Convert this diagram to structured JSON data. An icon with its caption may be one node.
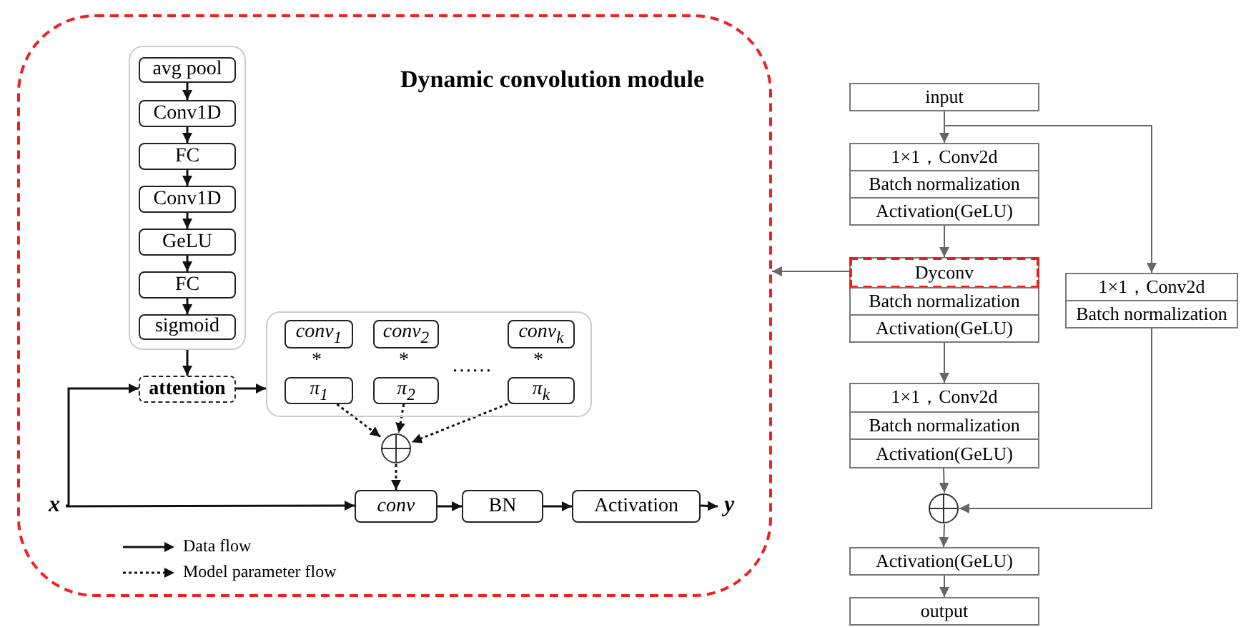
{
  "diagram": {
    "nodes": [
      {
        "text": [
          "Dynamic convolution module"
        ]
      },
      {
        "text": [],
        "shape": "box",
        "in": 0
      },
      {
        "text": [
          "avg pool"
        ],
        "in": 1
      },
      {
        "text": [
          "Conv1D"
        ],
        "in": 1
      },
      {
        "text": [
          "FC"
        ],
        "in": 1
      },
      {
        "text": [
          "Conv1D"
        ],
        "in": 1
      },
      {
        "text": [
          "GeLU"
        ],
        "in": 1
      },
      {
        "text": [
          "FC"
        ],
        "in": 1
      },
      {
        "text": [
          "sigmoid"
        ],
        "in": 1
      },
      {
        "text": [
          "attention"
        ],
        "in": 0
      },
      {
        "text": [],
        "shape": "box",
        "in": 0
      },
      {
        "text": [
          "conv$_{1}$"
        ],
        "in": 10
      },
      {
        "text": [
          "conv$_{2}$"
        ],
        "in": 10
      },
      {
        "text": [
          "conv$_{k}$"
        ],
        "in": 10
      },
      {
        "text": [
          "π$_{1}$"
        ],
        "in": 10
      },
      {
        "text": [
          "π$_{2}$"
        ],
        "in": 10
      },
      {
        "text": [
          "π$_{k}$"
        ],
        "in": 10
      },
      {
        "text": [],
        "shape": "circle",
        "in": 0
      },
      {
        "text": [
          "x"
        ],
        "in": 0
      },
      {
        "text": [
          "conv"
        ],
        "in": 0
      },
      {
        "text": [
          "BN"
        ],
        "in": 0
      },
      {
        "text": [
          "Activation"
        ],
        "in": 0
      },
      {
        "text": [
          "y"
        ],
        "in": 0
      },
      {
        "text": [
          "input"
        ]
      },
      {
        "text": [
          "1×1，Conv2d",
          "Batch normalization",
          "Activation(GeLU)"
        ]
      },
      {
        "text": [
          "Dyconv",
          "Batch normalization",
          "Activation(GeLU)"
        ]
      },
      {
        "text": [
          "1×1，Conv2d",
          "Batch normalization"
        ]
      },
      {
        "text": [
          "1×1，Conv2d",
          "Batch normalization",
          "Activation(GeLU)"
        ]
      },
      {
        "text": [],
        "shape": "circle"
      },
      {
        "text": [
          "Activation(GeLU)"
        ]
      },
      {
        "text": [
          "output"
        ]
      }
    ],
    "edges": [
      {
        "from": 2,
        "to": 3,
        "arrow": "to"
      },
      {
        "from": 3,
        "to": 4,
        "arrow": "to"
      },
      {
        "from": 4,
        "to": 5,
        "arrow": "to"
      },
      {
        "from": 5,
        "to": 6,
        "arrow": "to"
      },
      {
        "from": 6,
        "to": 7,
        "arrow": "to"
      },
      {
        "from": 7,
        "to": 8,
        "arrow": "to"
      },
      {
        "from": 1,
        "to": 9,
        "arrow": "to"
      },
      {
        "from": 18,
        "to": 9,
        "arrow": "to"
      },
      {
        "from": 9,
        "to": 10,
        "arrow": "to"
      },
      {
        "from": 14,
        "to": 17,
        "arrow": "to",
        "style": "dashed"
      },
      {
        "from": 15,
        "to": 17,
        "arrow": "to",
        "style": "dashed"
      },
      {
        "from": 16,
        "to": 17,
        "arrow": "to",
        "style": "dashed"
      },
      {
        "from": 17,
        "to": 19,
        "arrow": "to",
        "style": "dashed"
      },
      {
        "from": 18,
        "to": 19,
        "arrow": "to"
      },
      {
        "from": 19,
        "to": 20,
        "arrow": "to"
      },
      {
        "from": 20,
        "to": 21,
        "arrow": "to"
      },
      {
        "from": 21,
        "to": 22,
        "arrow": "to"
      },
      {
        "from": 23,
        "to": 24,
        "arrow": "to",
        "color": "#666666"
      },
      {
        "from": 23,
        "to": 26,
        "arrow": "to",
        "color": "#666666"
      },
      {
        "from": 24,
        "to": 25,
        "arrow": "to",
        "color": "#666666"
      },
      {
        "from": 25,
        "to": 0,
        "arrow": "to",
        "color": "#666666"
      },
      {
        "from": 25,
        "to": 27,
        "arrow": "to",
        "color": "#666666"
      },
      {
        "from": 27,
        "to": 28,
        "arrow": "to",
        "color": "#666666"
      },
      {
        "from": 26,
        "to": 28,
        "arrow": "to",
        "color": "#666666"
      },
      {
        "from": 28,
        "to": 29,
        "arrow": "to",
        "color": "#666666"
      },
      {
        "from": 29,
        "to": 30,
        "arrow": "to",
        "color": "#666666"
      }
    ],
    "labels": [
      "*",
      "*",
      "……",
      "*"
    ],
    "legend": [
      {
        "text": "Data flow"
      },
      {
        "text": "Model parameter flow"
      }
    ]
  }
}
